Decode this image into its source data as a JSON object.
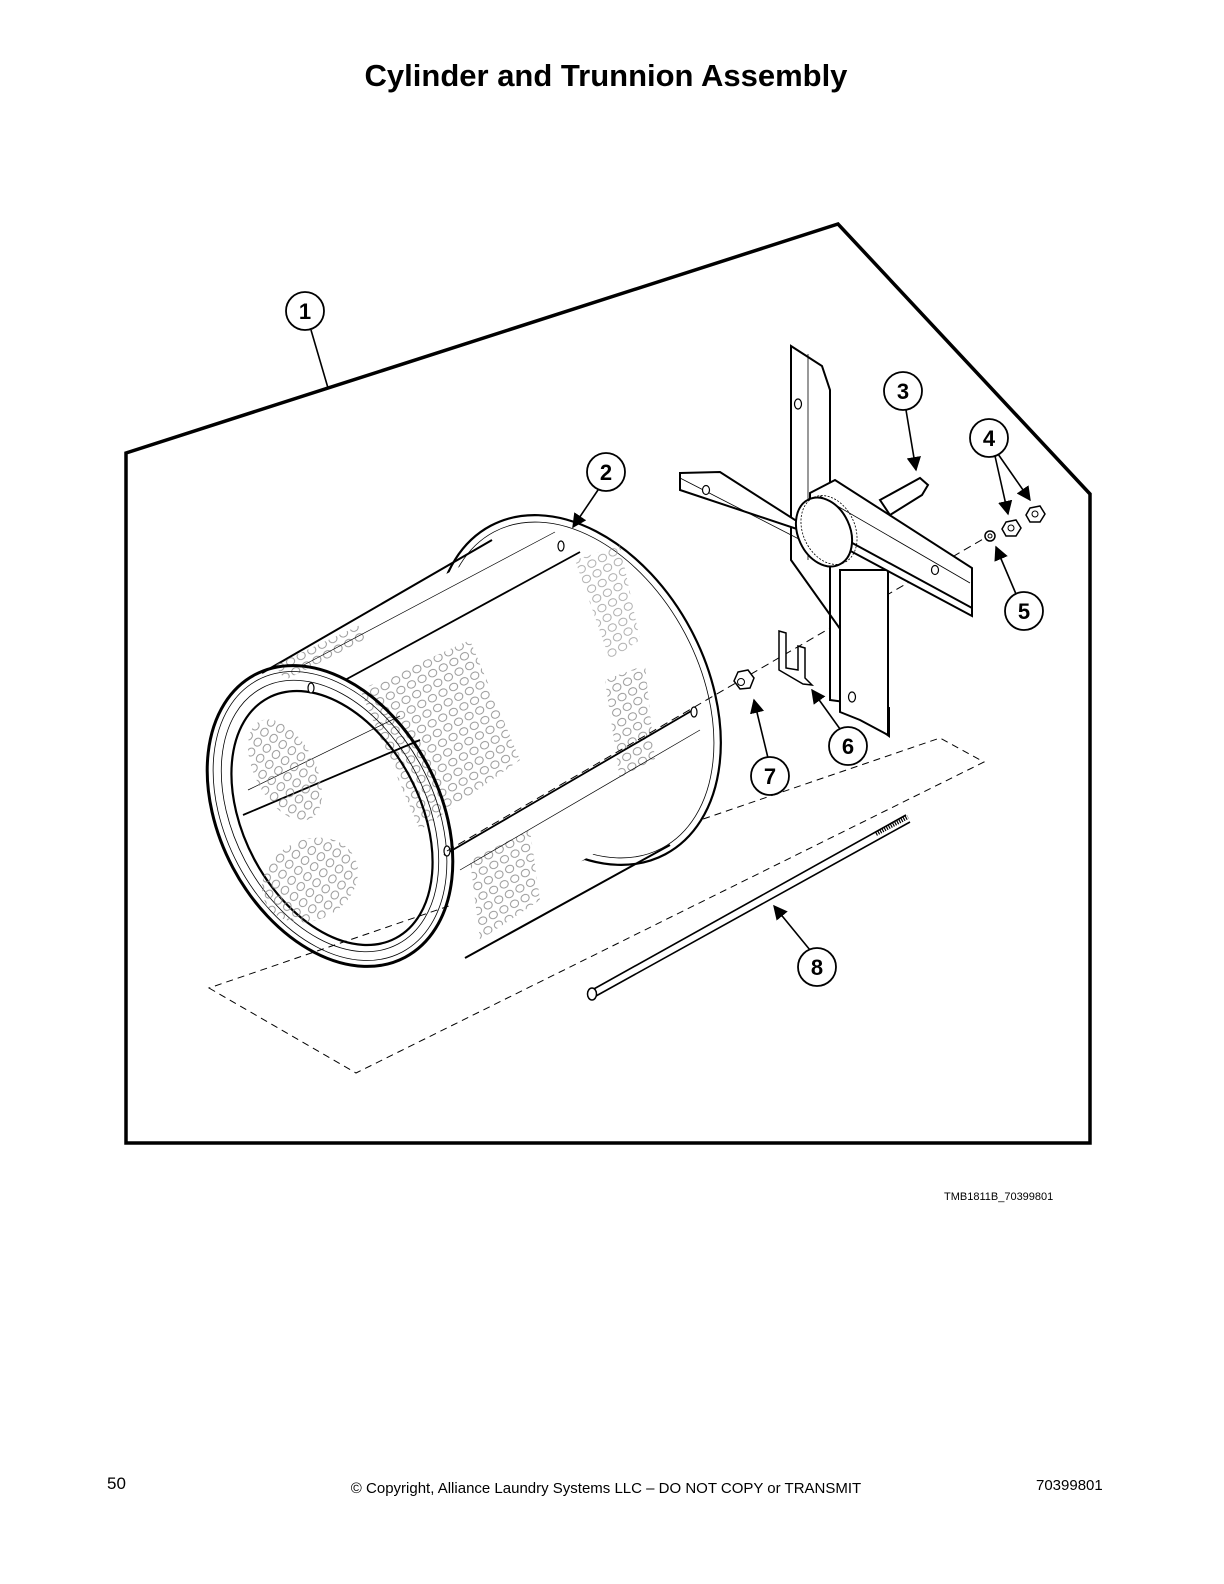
{
  "page": {
    "title": "Cylinder and Trunnion Assembly",
    "figure_id": "TMB1811B_70399801",
    "footer": {
      "page_number": "50",
      "copyright": "© Copyright, Alliance Laundry Systems LLC – DO NOT COPY or TRANSMIT",
      "document_number": "70399801"
    }
  },
  "diagram": {
    "type": "exploded-parts-view",
    "colors": {
      "line": "#000000",
      "perforation": "#8a8a8a",
      "background": "#ffffff"
    },
    "callouts": [
      {
        "number": "1",
        "part": "assembly-outline"
      },
      {
        "number": "2",
        "part": "cylinder"
      },
      {
        "number": "3",
        "part": "trunnion-shaft"
      },
      {
        "number": "4",
        "part": "nuts"
      },
      {
        "number": "5",
        "part": "washer"
      },
      {
        "number": "6",
        "part": "clip"
      },
      {
        "number": "7",
        "part": "nut"
      },
      {
        "number": "8",
        "part": "tie-rod"
      }
    ]
  }
}
